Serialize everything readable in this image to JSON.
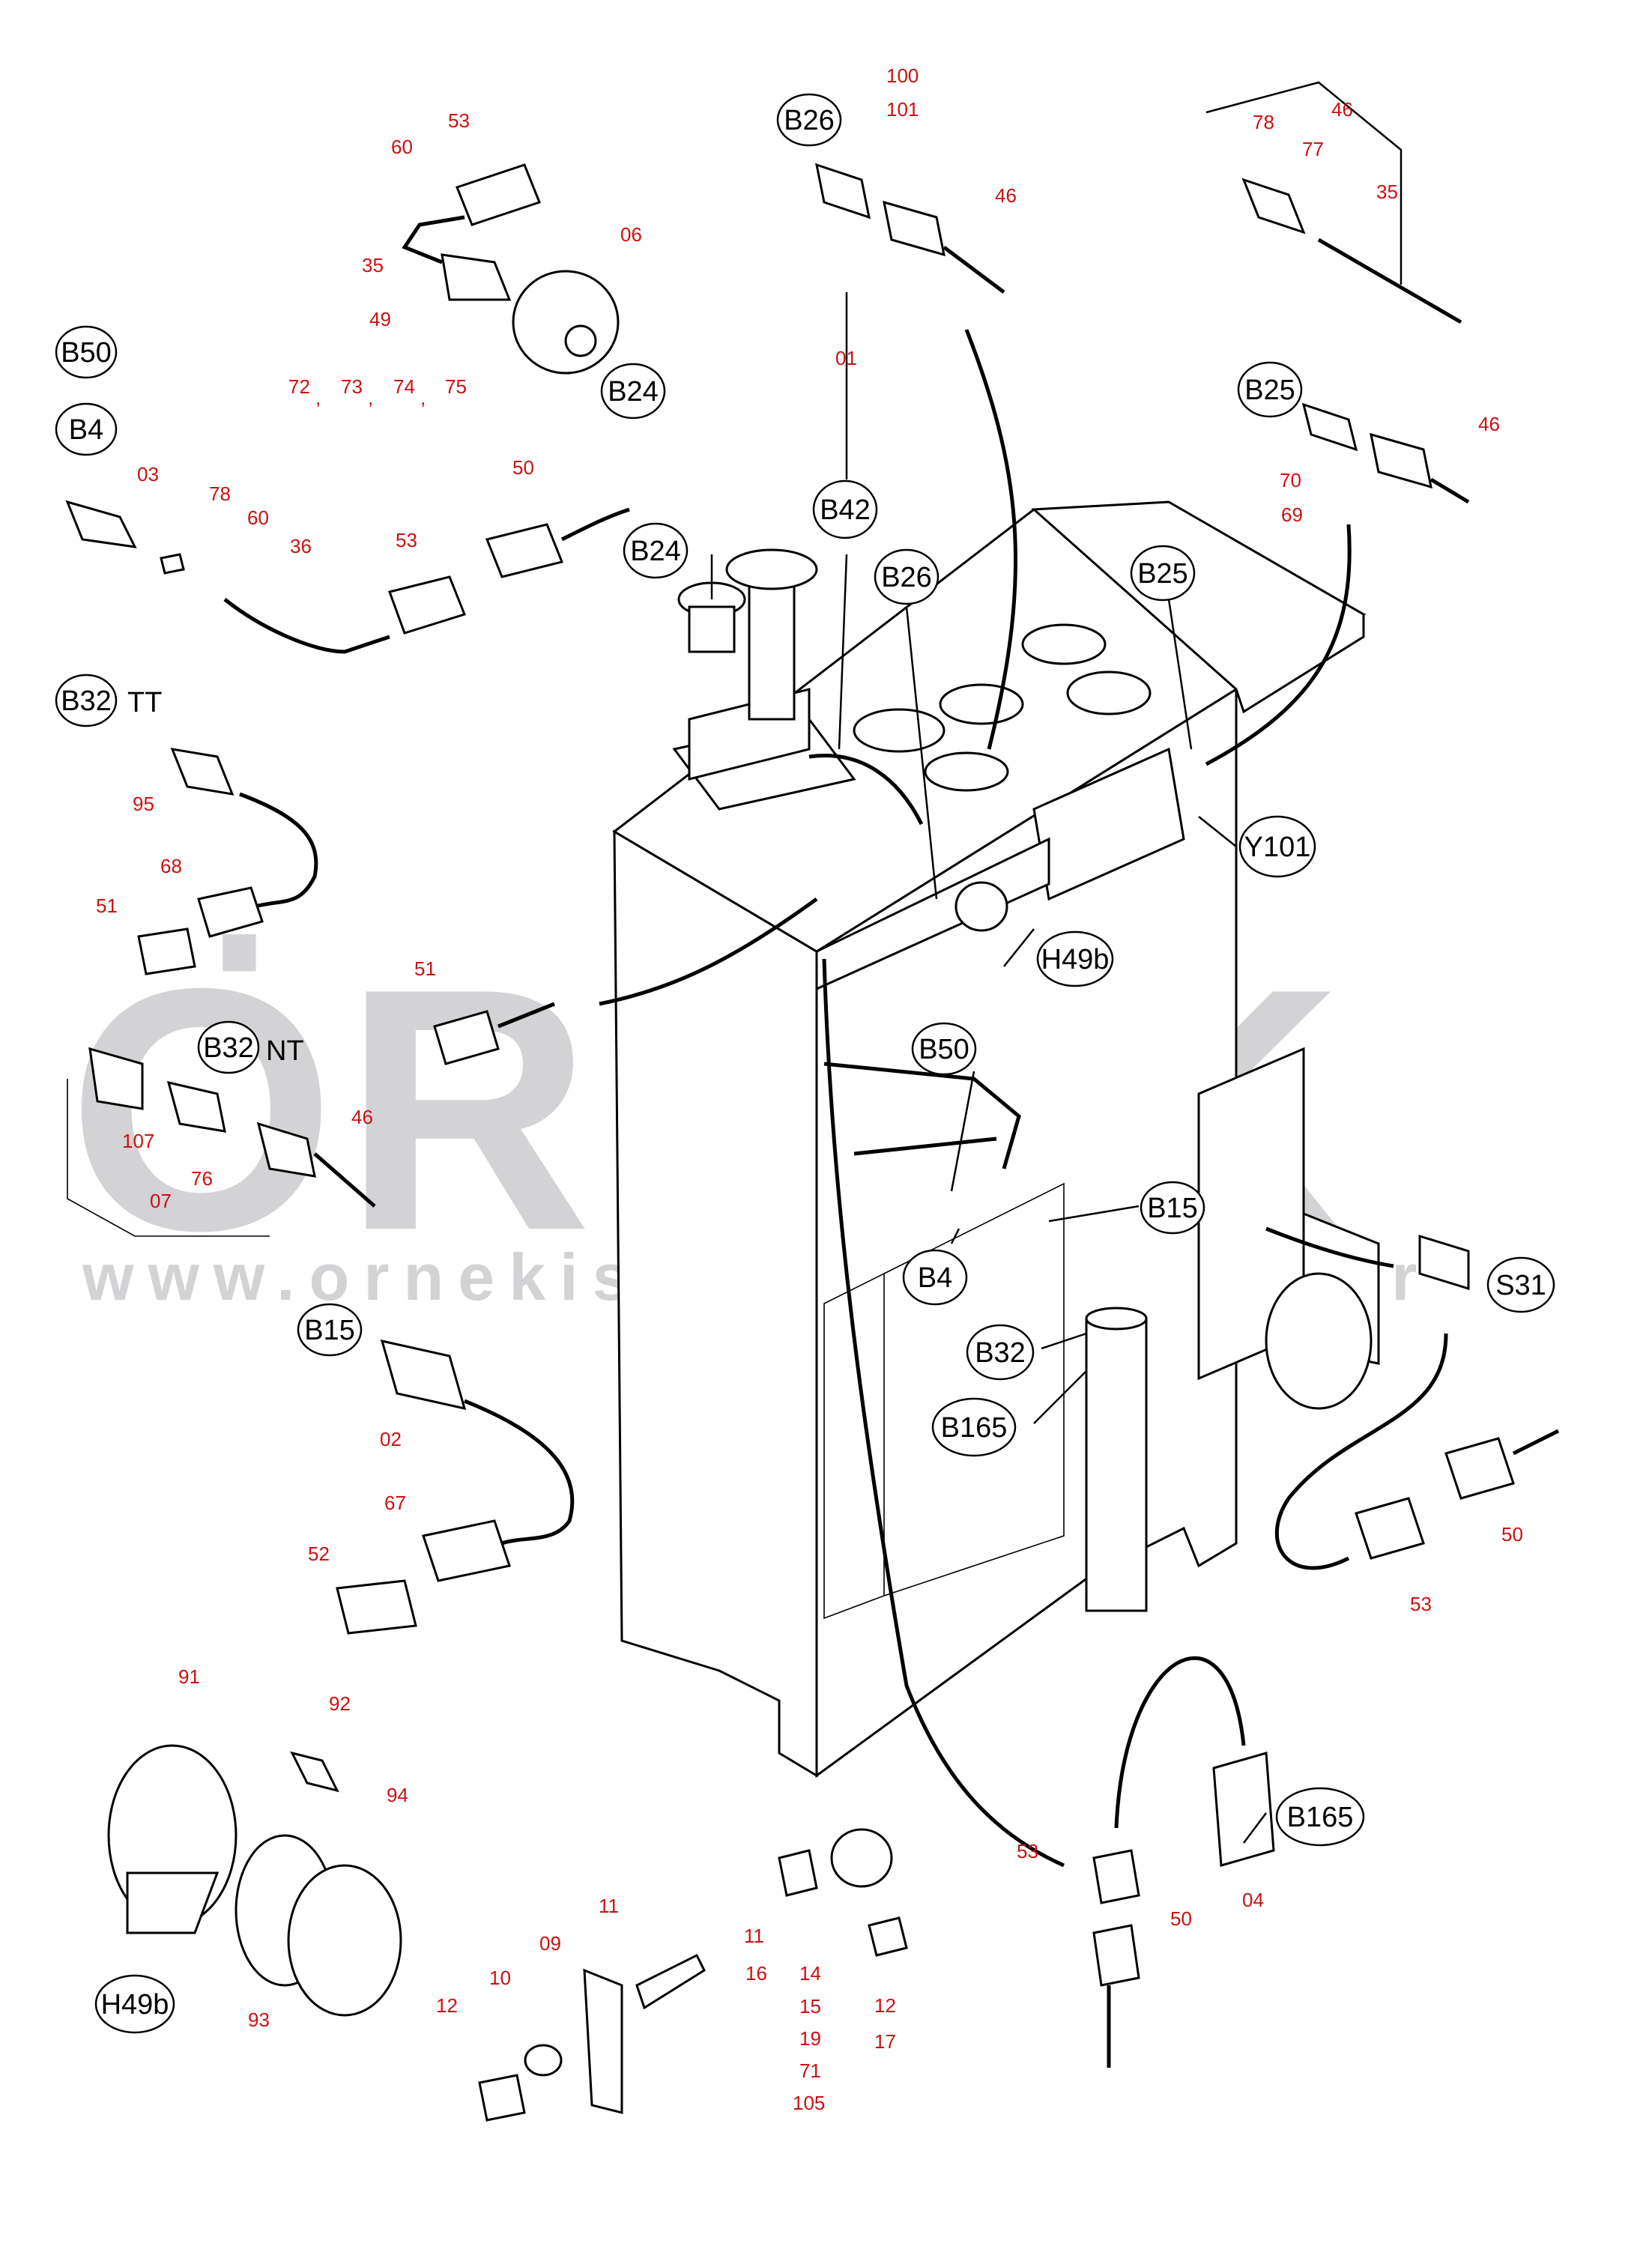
{
  "watermark": {
    "brand": "ÖRNEK",
    "url": "www.ornekismakinalari.com.tr",
    "color": "#d3d3d6"
  },
  "colors": {
    "part_number": "#cc1111",
    "line": "#000000",
    "background": "#ffffff"
  },
  "tags": {
    "B50": "B50",
    "B4": "B4",
    "B32_tt": "B32",
    "tt_suffix": "TT",
    "B32_nt": "B32",
    "nt_suffix": "NT",
    "B15": "B15",
    "H49b": "H49b",
    "B26_top": "B26",
    "B25_top": "B25",
    "B24_top": "B24",
    "B42": "B42",
    "B24_main": "B24",
    "B26_main": "B26",
    "B25_main": "B25",
    "Y101": "Y101",
    "H49b_main": "H49b",
    "B50_main": "B50",
    "B15_main": "B15",
    "B4_main": "B4",
    "S31": "S31",
    "B32_main": "B32",
    "B165_main": "B165",
    "B165_right": "B165"
  },
  "part_numbers": {
    "p53_top": "53",
    "p60_top": "60",
    "p35_top": "35",
    "p49": "49",
    "p06": "06",
    "p72": "72",
    "p73": "73",
    "p74": "74",
    "p75": "75",
    "comma": ",",
    "p100": "100",
    "p101": "101",
    "p46_b26": "46",
    "p78_top": "78",
    "p46_top": "46",
    "p77": "77",
    "p35_right": "35",
    "p46_b25": "46",
    "p70": "70",
    "p69": "69",
    "p01": "01",
    "p03": "03",
    "p78_b4": "78",
    "p60_b4": "60",
    "p36": "36",
    "p53_b4": "53",
    "p50_b4": "50",
    "p95": "95",
    "p68": "68",
    "p51_left": "51",
    "p51_mid": "51",
    "p107": "107",
    "p76": "76",
    "p46_nt": "46",
    "p07": "07",
    "p02": "02",
    "p67": "67",
    "p52": "52",
    "p91": "91",
    "p92": "92",
    "p94": "94",
    "p93": "93",
    "p11_a": "11",
    "p09": "09",
    "p10": "10",
    "p12_a": "12",
    "p11_b": "11",
    "p16": "16",
    "p14": "14",
    "p15": "15",
    "p19": "19",
    "p71": "71",
    "p105": "105",
    "p12_b": "12",
    "p17": "17",
    "p53_bot": "53",
    "p50_bot": "50",
    "p04": "04",
    "p50_right": "50",
    "p53_right": "53"
  }
}
